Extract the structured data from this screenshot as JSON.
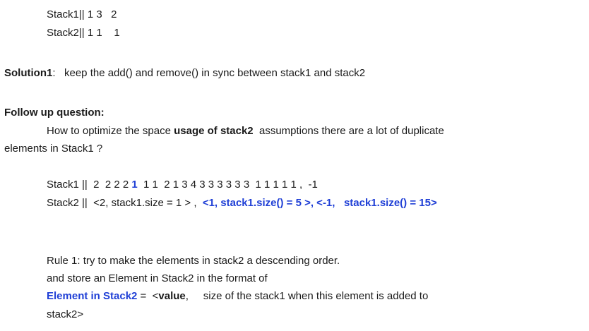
{
  "stacks_intro": {
    "line1": "Stack1|| 1 3   2",
    "line2": "Stack2|| 1 1    1"
  },
  "solution1": {
    "label": "Solution1",
    "text": ":   keep the add() and remove() in sync between stack1 and stack2"
  },
  "follow_up": {
    "heading": "Follow up question:",
    "q_part1": "How to optimize the space ",
    "q_bold": "usage of stack2",
    "q_part2": "  assumptions there are a lot of duplicate",
    "q_line2": "elements in Stack1 ?"
  },
  "example": {
    "stack1_prefix": "Stack1 ||  2  2 2 2 ",
    "stack1_highlight": "1",
    "stack1_suffix": "  1 1  2 1 3 4 3 3 3 3 3 3  1 1 1 1 1 ,  -1",
    "stack2_prefix": "Stack2 ||  <2, stack1.size = 1 > ,  ",
    "stack2_blue": "<1, stack1.size() = 5 >, <-1,   stack1.size() = 15>"
  },
  "rule1": {
    "line1": "Rule 1: try to make the elements in stack2 a descending order.",
    "line2": "and store an Element in Stack2 in the format of",
    "def_label": "Element in Stack2",
    "def_eq": " =  <",
    "def_value": "value",
    "def_rest": ",     size of the stack1 when this element is added to",
    "line4": "stack2>"
  }
}
